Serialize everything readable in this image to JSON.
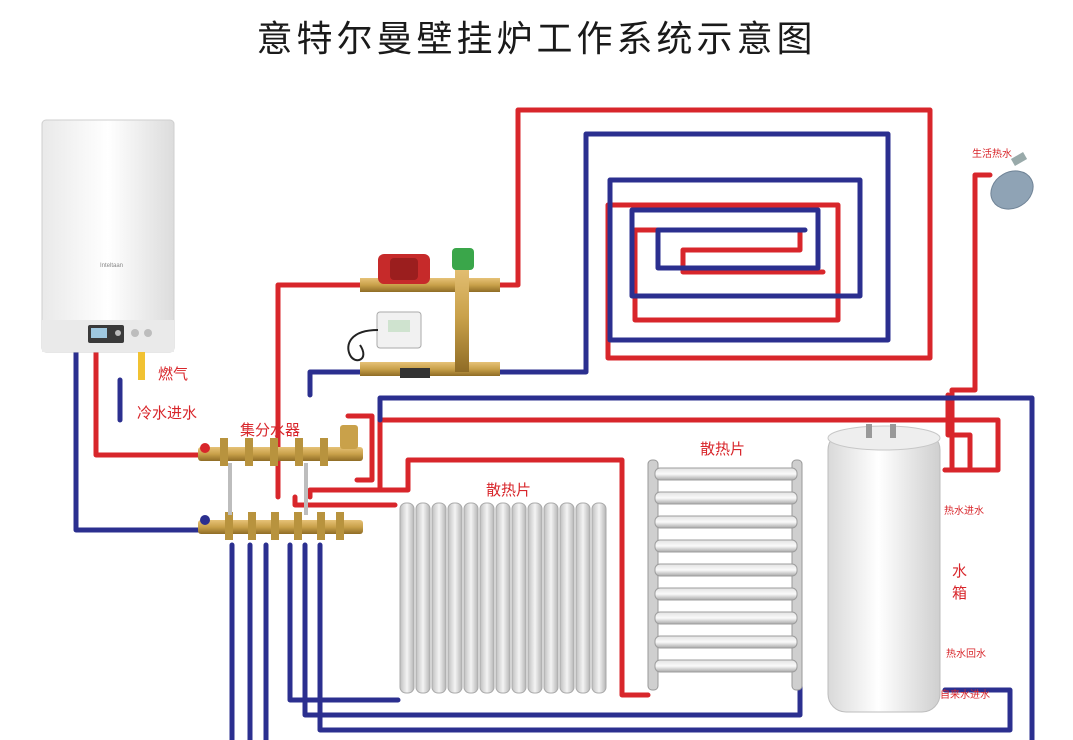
{
  "title": "意特尔曼壁挂炉工作系统示意图",
  "labels": {
    "gas": "燃气",
    "cold_inlet": "冷水进水",
    "manifold": "集分水器",
    "radiator_1": "散热片",
    "radiator_2": "散热片",
    "domestic_hot_water": "生活热水",
    "hot_water_inlet": "热水进水",
    "tank_char1": "水",
    "tank_char2": "箱",
    "hot_water_return": "热水回水",
    "tap_water_inlet": "自来水进水",
    "boiler_brand": "Inteltaan"
  },
  "colors": {
    "supply_pipe": "#d8262b",
    "return_pipe": "#2b2f8f",
    "brass": "#c9a14a",
    "label_red": "#d8262b"
  }
}
